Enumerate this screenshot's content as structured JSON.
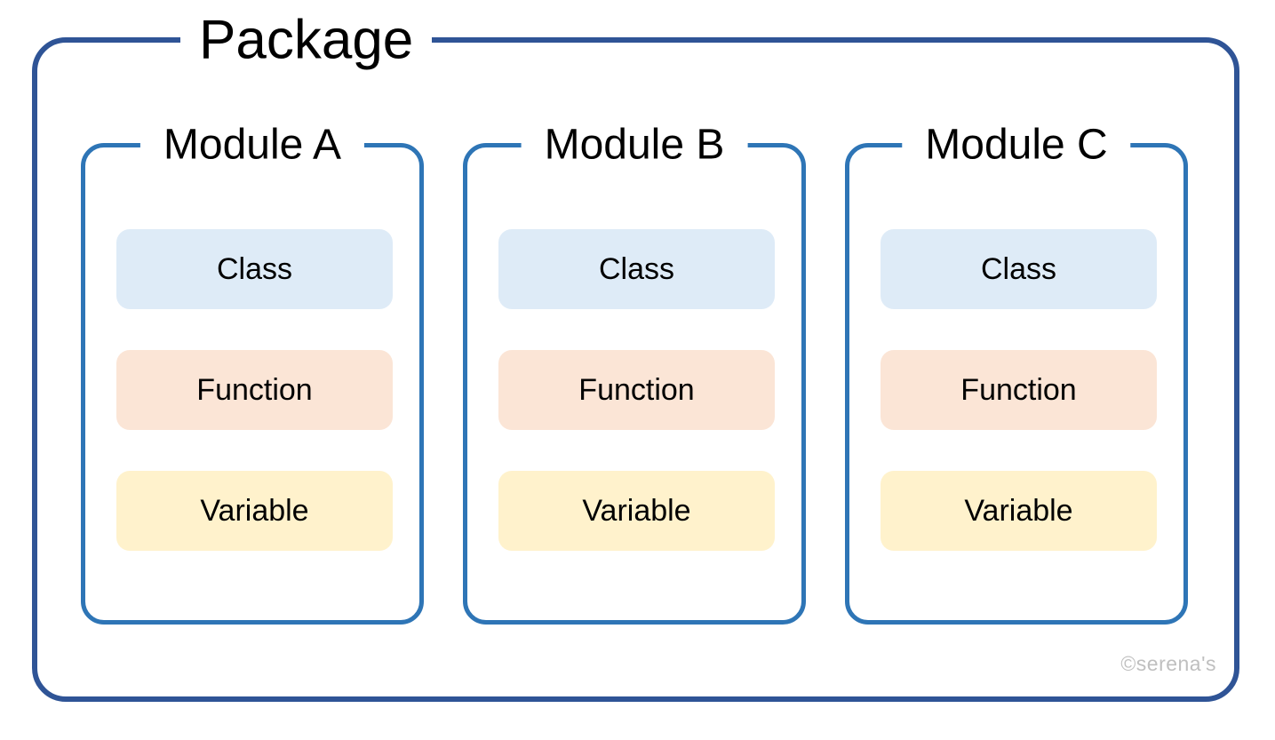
{
  "package": {
    "title": "Package",
    "modules": [
      {
        "title": "Module A",
        "items": [
          {
            "label": "Class"
          },
          {
            "label": "Function"
          },
          {
            "label": "Variable"
          }
        ]
      },
      {
        "title": "Module B",
        "items": [
          {
            "label": "Class"
          },
          {
            "label": "Function"
          },
          {
            "label": "Variable"
          }
        ]
      },
      {
        "title": "Module C",
        "items": [
          {
            "label": "Class"
          },
          {
            "label": "Function"
          },
          {
            "label": "Variable"
          }
        ]
      }
    ]
  },
  "watermark": "©serena's",
  "colors": {
    "package_border": "#2F5496",
    "module_border": "#2E75B6",
    "class_fill": "#DEEBF7",
    "function_fill": "#FBE5D6",
    "variable_fill": "#FFF2CC",
    "watermark_color": "#BFBFBF"
  }
}
